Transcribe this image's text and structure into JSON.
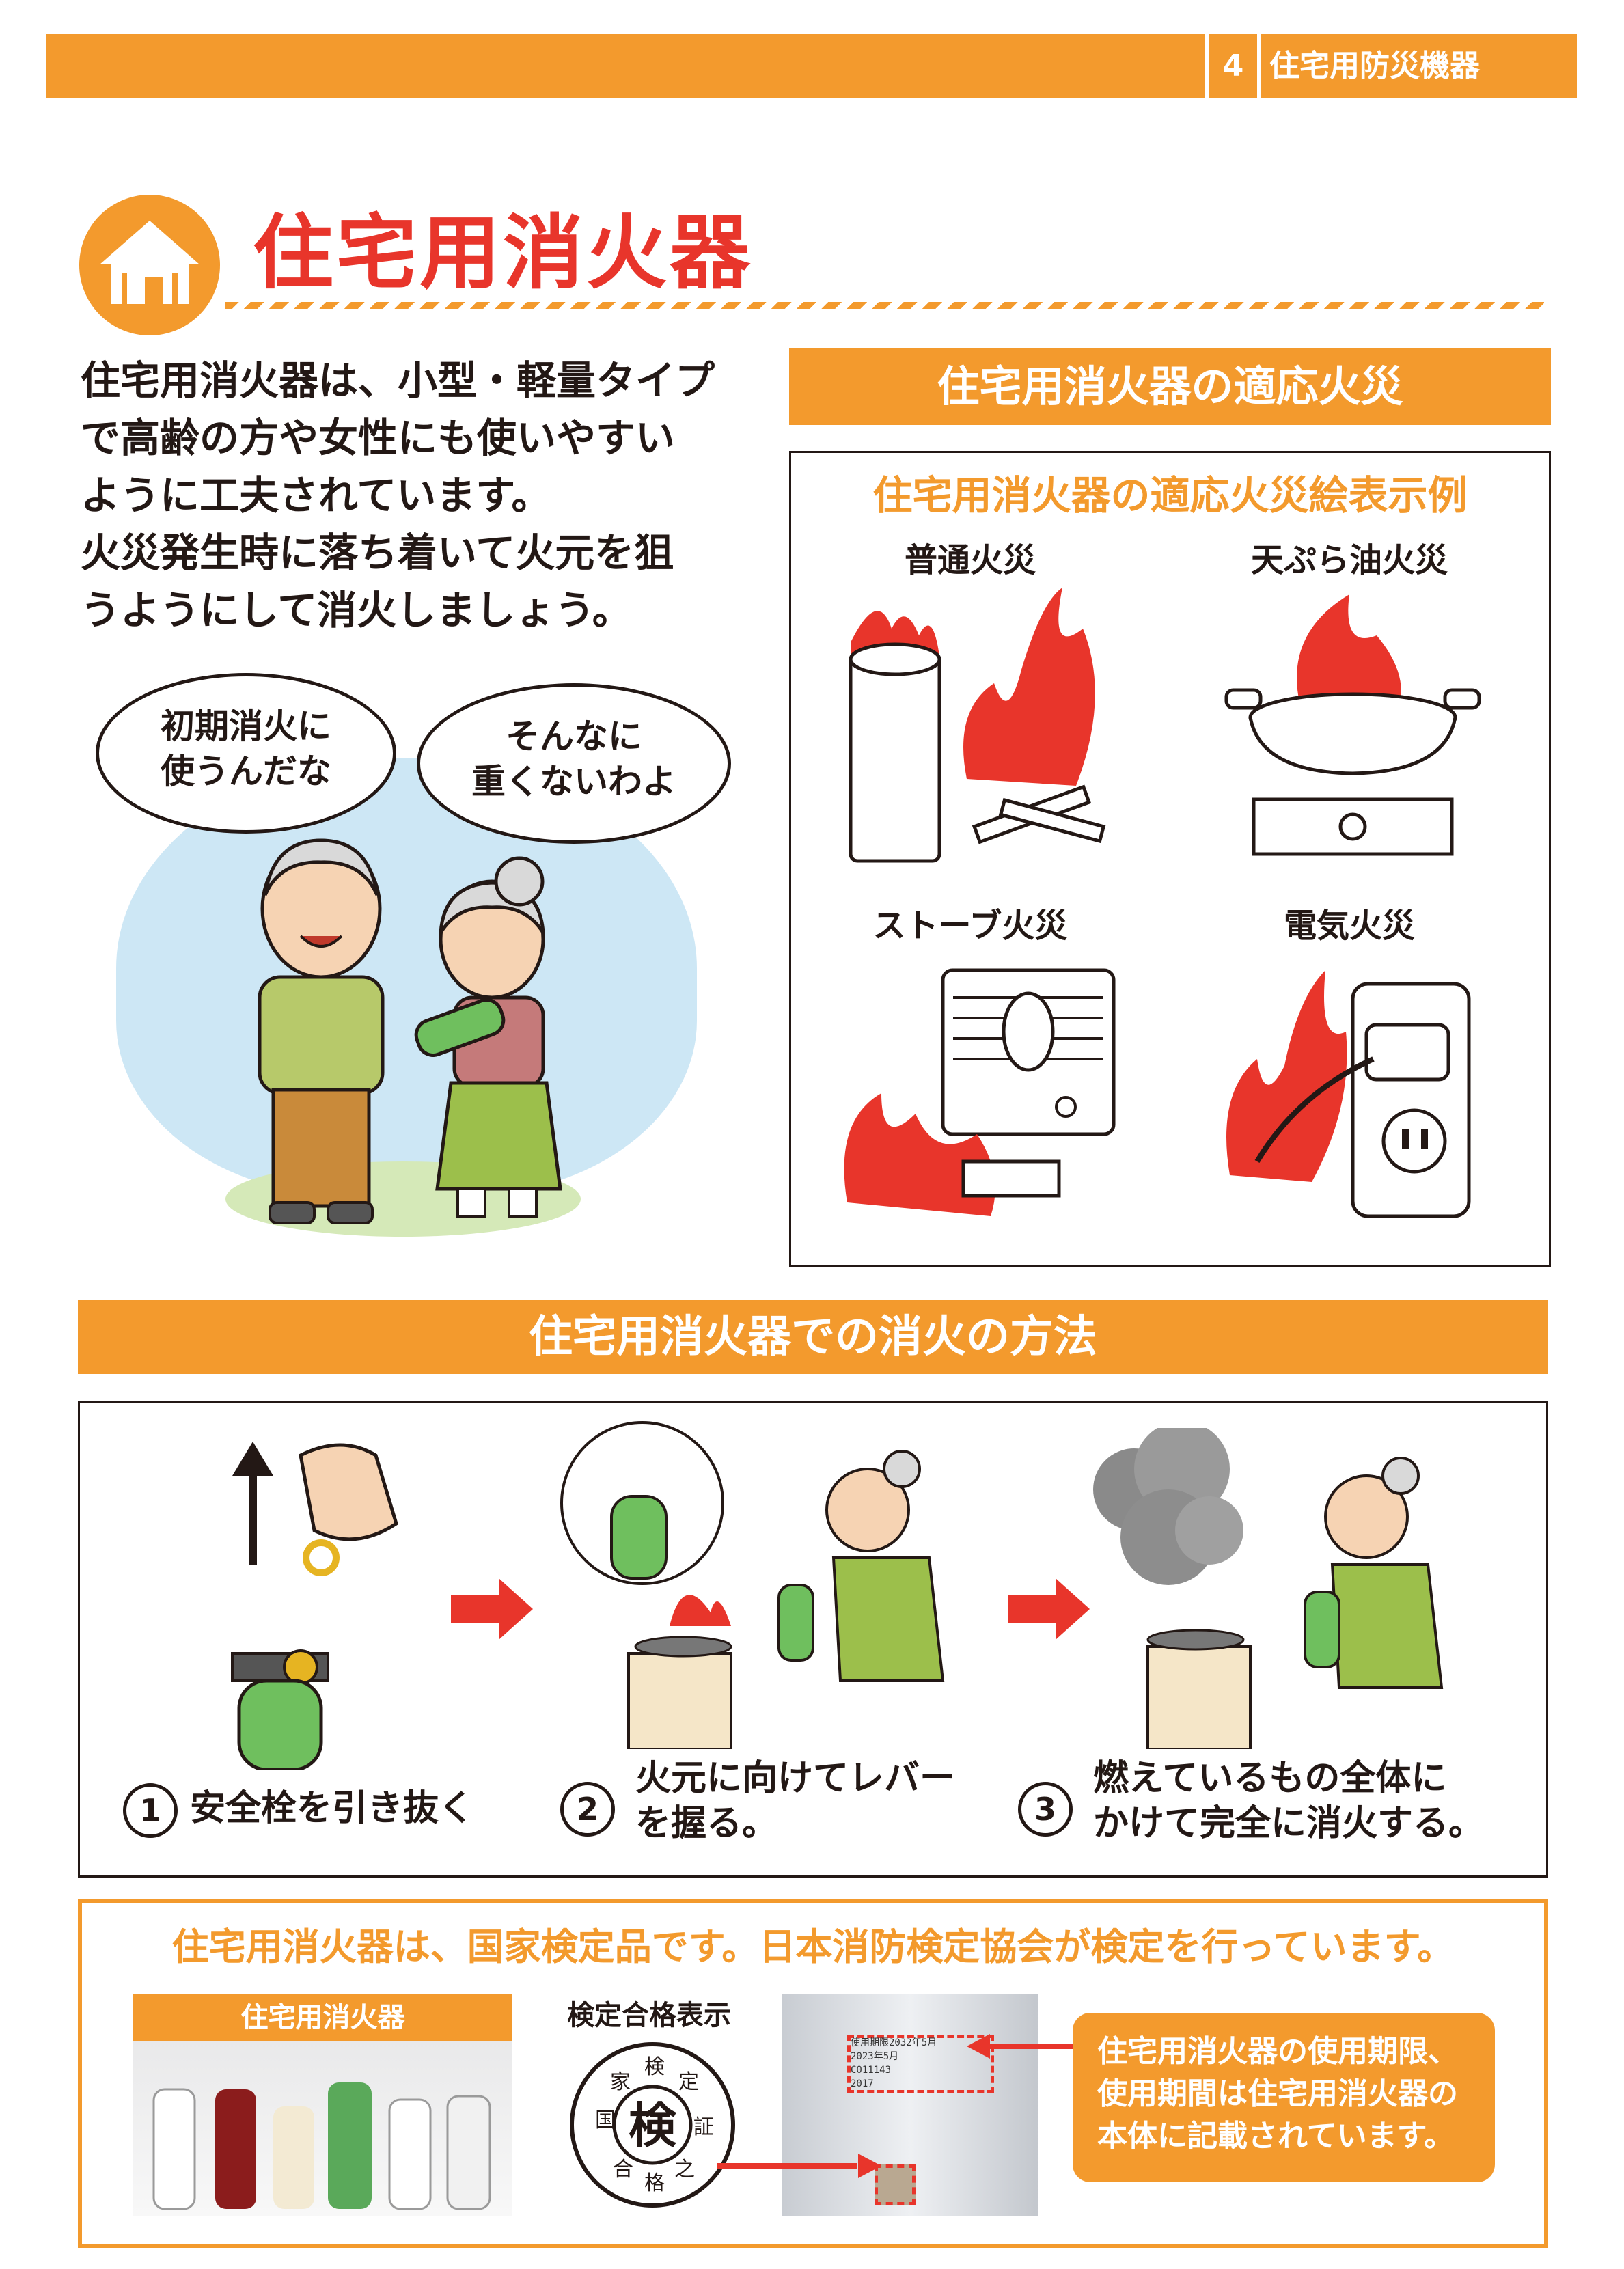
{
  "header": {
    "section_number": "4",
    "section_title": "住宅用防災機器"
  },
  "title": "住宅用消火器",
  "intro_lines": [
    "住宅用消火器は、小型・軽量タイプ",
    "で高齢の方や女性にも使いやすい",
    "ように工夫されています。",
    "火災発生時に落ち着いて火元を狙",
    "うようにして消火しましょう。"
  ],
  "bubbles": {
    "man": [
      "初期消火に",
      "使うんだな"
    ],
    "woman": [
      "そんなに",
      "重くないわよ"
    ]
  },
  "adapt": {
    "header": "住宅用消火器の適応火災",
    "subtitle": "住宅用消火器の適応火災絵表示例",
    "types": [
      "普通火災",
      "天ぷら油火災",
      "ストーブ火災",
      "電気火災"
    ]
  },
  "method": {
    "header": "住宅用消火器での消火の方法",
    "steps": [
      {
        "num": "1",
        "lines": [
          "安全栓を引き抜く"
        ]
      },
      {
        "num": "2",
        "lines": [
          "火元に向けてレバー",
          "を握る。"
        ]
      },
      {
        "num": "3",
        "lines": [
          "燃えているもの全体に",
          "かけて完全に消火する。"
        ]
      }
    ]
  },
  "certification": {
    "text": "住宅用消火器は、国家検定品です。日本消防検定協会が検定を行っています。",
    "product_label": "住宅用消火器",
    "stamp_label": "検定合格表示",
    "stamp_center": "検",
    "stamp_ring": [
      "国",
      "家",
      "検",
      "定",
      "証",
      "之",
      "格",
      "合"
    ],
    "label_lines": [
      "使用期限2032年5月",
      "2023年5月",
      "C011143",
      "2017"
    ],
    "note_lines": [
      "住宅用消火器の使用期限、",
      "使用期間は住宅用消火器の",
      "本体に記載されています。"
    ]
  },
  "colors": {
    "accent": "#f39a2d",
    "title_red": "#e8352b",
    "fire_red": "#e8352b",
    "sky": "#cde7f5"
  }
}
